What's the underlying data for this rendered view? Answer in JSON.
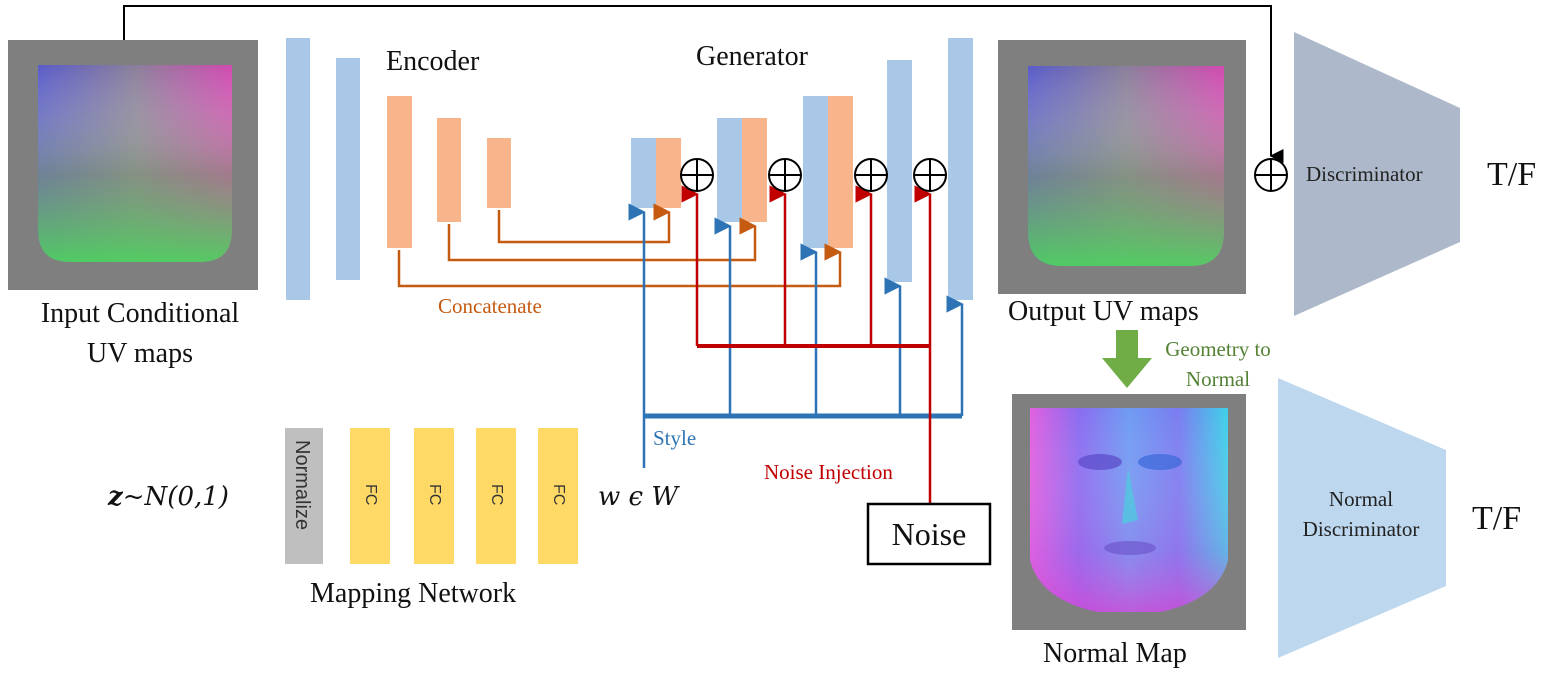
{
  "labels": {
    "input_title_line1": "Input Conditional",
    "input_title_line2": "UV maps",
    "encoder": "Encoder",
    "generator": "Generator",
    "concatenate": "Concatenate",
    "style": "Style",
    "noise_injection": "Noise Injection",
    "noise_box": "Noise",
    "output_title": "Output UV maps",
    "geometry_to_normal_line1": "Geometry to",
    "geometry_to_normal_line2": "Normal",
    "discriminator": "Discriminator",
    "tf_top": "T/F",
    "normal_discriminator_line1": "Normal",
    "normal_discriminator_line2": "Discriminator",
    "tf_bottom": "T/F",
    "normal_map": "Normal Map",
    "mapping_network": "Mapping Network",
    "normalize": "Normalize",
    "fc_layers": [
      "FC",
      "FC",
      "FC",
      "FC"
    ],
    "latent_prefix": "z",
    "latent_suffix": "~N(0,1)",
    "w_space": "w ϵ W"
  },
  "colors": {
    "encoder_block": "#F8B48A",
    "generator_block": "#A9C8E8",
    "style_line": "#2E74B5",
    "noise_line": "#C00000",
    "concat_line": "#C55A11",
    "fc_block": "#FFD966",
    "normalize_block": "#BFBFBF",
    "geometry_arrow": "#70AD47",
    "geometry_text": "#548235",
    "discriminator": "#ADB9CA",
    "normal_discriminator": "#BDD7EE",
    "map_frame": "#7F7F7F"
  },
  "icons": [
    "circled-plus-icon",
    "down-arrow-icon"
  ]
}
